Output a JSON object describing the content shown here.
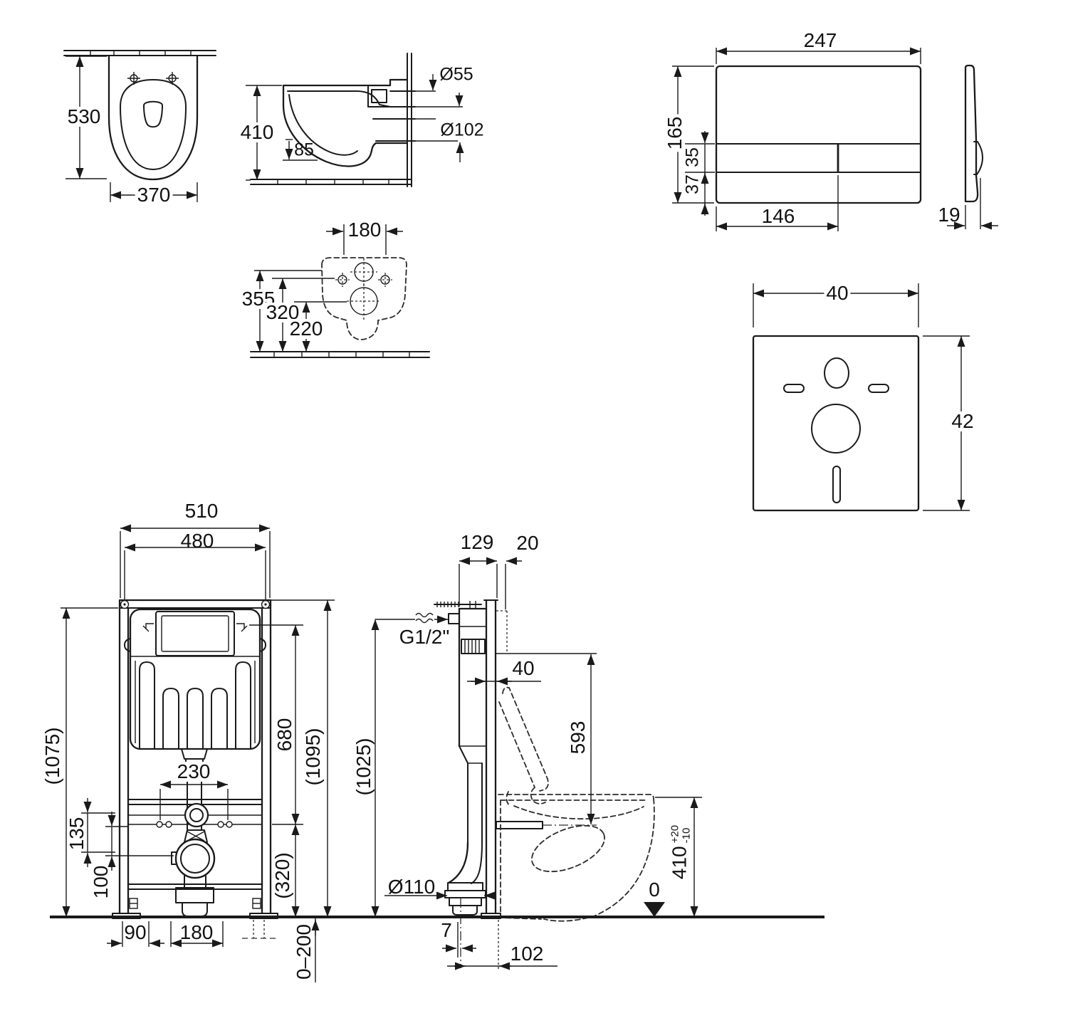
{
  "drawing": "wall-hung-wc-installation-set-dimensions",
  "background": "#ffffff",
  "line_color": "#1a1a1a",
  "views": {
    "pan_top": {
      "height": "530",
      "width": "370"
    },
    "pan_side": {
      "height": "410",
      "trap_height": "85",
      "inlet_diameter": "Ø55",
      "outlet_diameter": "Ø102"
    },
    "pan_rear": {
      "hole_spacing": "180",
      "inlet_height": "355",
      "fixing_height": "320",
      "outlet_height": "220"
    },
    "flush_plate_front": {
      "width": "247",
      "height": "165",
      "button_row_height": "35",
      "lower_row_height": "37",
      "button_width": "146"
    },
    "flush_plate_side": {
      "thickness": "19"
    },
    "sound_pad": {
      "width": "40",
      "height": "42"
    },
    "frame_front": {
      "outer_width": "510",
      "mount_width": "480",
      "height_left": "(1075)",
      "cistern_height": "680",
      "height_right": "(1095)",
      "pipe_spacing": "230",
      "inlet_offset": "135",
      "bend_offset": "100",
      "lower_height": "(320)",
      "foot_offset": "90",
      "drain_offset": "180",
      "adjust_range": "0–200"
    },
    "frame_side": {
      "depth": "129",
      "wall_gap": "20",
      "water_inlet": "G1/2\"",
      "rail_depth": "40",
      "height": "(1025)",
      "bar_height": "593",
      "drain_diameter": "Ø110",
      "axis_offset": "7",
      "drain_distance": "102",
      "floor_level": "0",
      "pan_height": "410",
      "pan_tol_plus": "+20",
      "pan_tol_minus": "-10"
    }
  }
}
